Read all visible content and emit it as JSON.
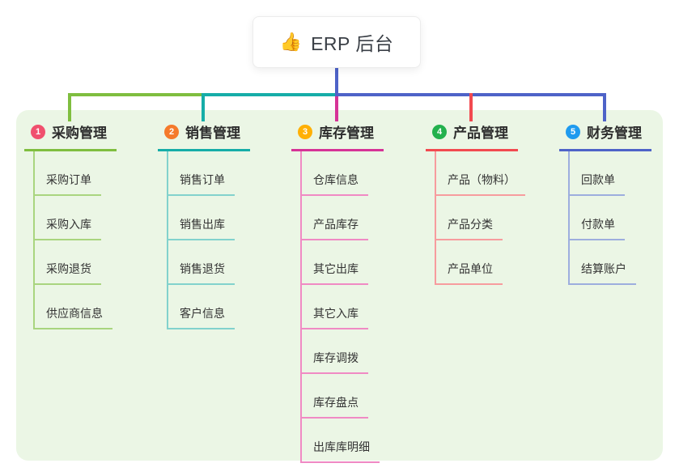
{
  "root": {
    "icon": "👍",
    "label": "ERP 后台"
  },
  "colors": {
    "canvas": "#ffffff",
    "panel": "#EBF6E5",
    "root_line": "#4E63C8"
  },
  "branches": [
    {
      "number": "1",
      "title": "采购管理",
      "badge_color": "#F0506E",
      "line_color": "#7FBE3F",
      "child_line_color": "#A9D57F",
      "children": [
        "采购订单",
        "采购入库",
        "采购退货",
        "供应商信息"
      ]
    },
    {
      "number": "2",
      "title": "销售管理",
      "badge_color": "#F57A2B",
      "line_color": "#16ADA8",
      "child_line_color": "#82D2CD",
      "children": [
        "销售订单",
        "销售出库",
        "销售退货",
        "客户信息"
      ]
    },
    {
      "number": "3",
      "title": "库存管理",
      "badge_color": "#FFB005",
      "line_color": "#D63397",
      "child_line_color": "#F08AC4",
      "children": [
        "仓库信息",
        "产品库存",
        "其它出库",
        "其它入库",
        "库存调拨",
        "库存盘点",
        "出库库明细"
      ]
    },
    {
      "number": "4",
      "title": "产品管理",
      "badge_color": "#23B14D",
      "line_color": "#F24A50",
      "child_line_color": "#F79C9E",
      "children": [
        "产品（物料）",
        "产品分类",
        "产品单位"
      ]
    },
    {
      "number": "5",
      "title": "财务管理",
      "badge_color": "#1F9BEF",
      "line_color": "#4E63C8",
      "child_line_color": "#9DAEDE",
      "children": [
        "回款单",
        "付款单",
        "结算账户"
      ]
    }
  ]
}
